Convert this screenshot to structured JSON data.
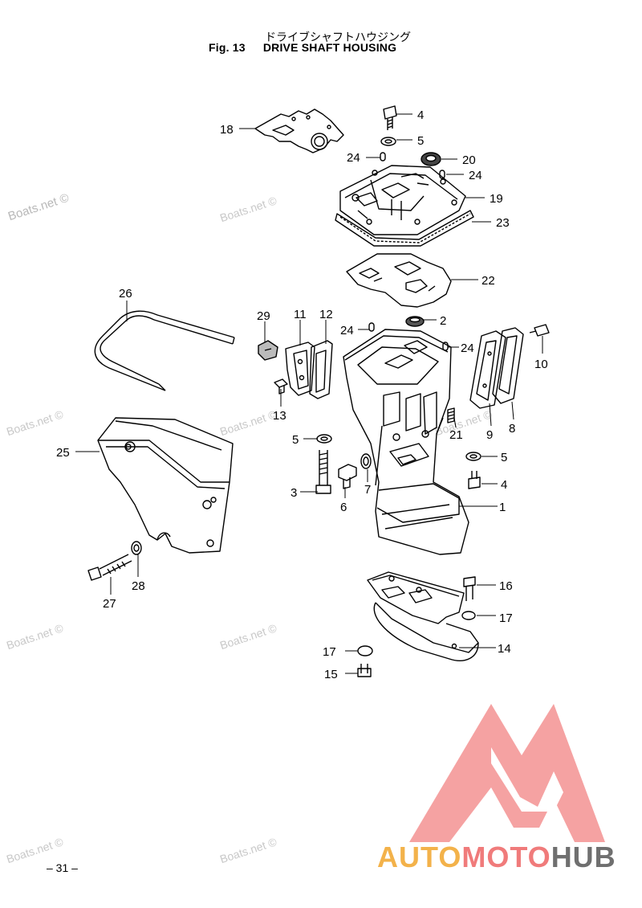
{
  "header": {
    "title_jp": "ドライブシャフトハウジング",
    "fig_number": "Fig. 13",
    "title_en": "DRIVE SHAFT HOUSING"
  },
  "watermarks": {
    "text": "Boats.net ©"
  },
  "callouts": {
    "c1": "1",
    "c2": "2",
    "c3": "3",
    "c4a": "4",
    "c4b": "4",
    "c5a": "5",
    "c5b": "5",
    "c5c": "5",
    "c6": "6",
    "c7": "7",
    "c8": "8",
    "c9": "9",
    "c10": "10",
    "c11": "11",
    "c12": "12",
    "c13": "13",
    "c14": "14",
    "c15": "15",
    "c16": "16",
    "c17a": "17",
    "c17b": "17",
    "c18": "18",
    "c19": "19",
    "c20": "20",
    "c21": "21",
    "c22": "22",
    "c23": "23",
    "c24a": "24",
    "c24b": "24",
    "c24c": "24",
    "c24d": "24",
    "c25": "25",
    "c26": "26",
    "c27": "27",
    "c28": "28",
    "c29": "29"
  },
  "footer": {
    "page_number": "– 31 –"
  },
  "logo": {
    "auto": "AUTO",
    "moto": "MOTO",
    "hub": "HUB",
    "colors": {
      "auto": "#f3b24a",
      "moto": "#f07b7b",
      "hub": "#6f6f6f"
    }
  }
}
